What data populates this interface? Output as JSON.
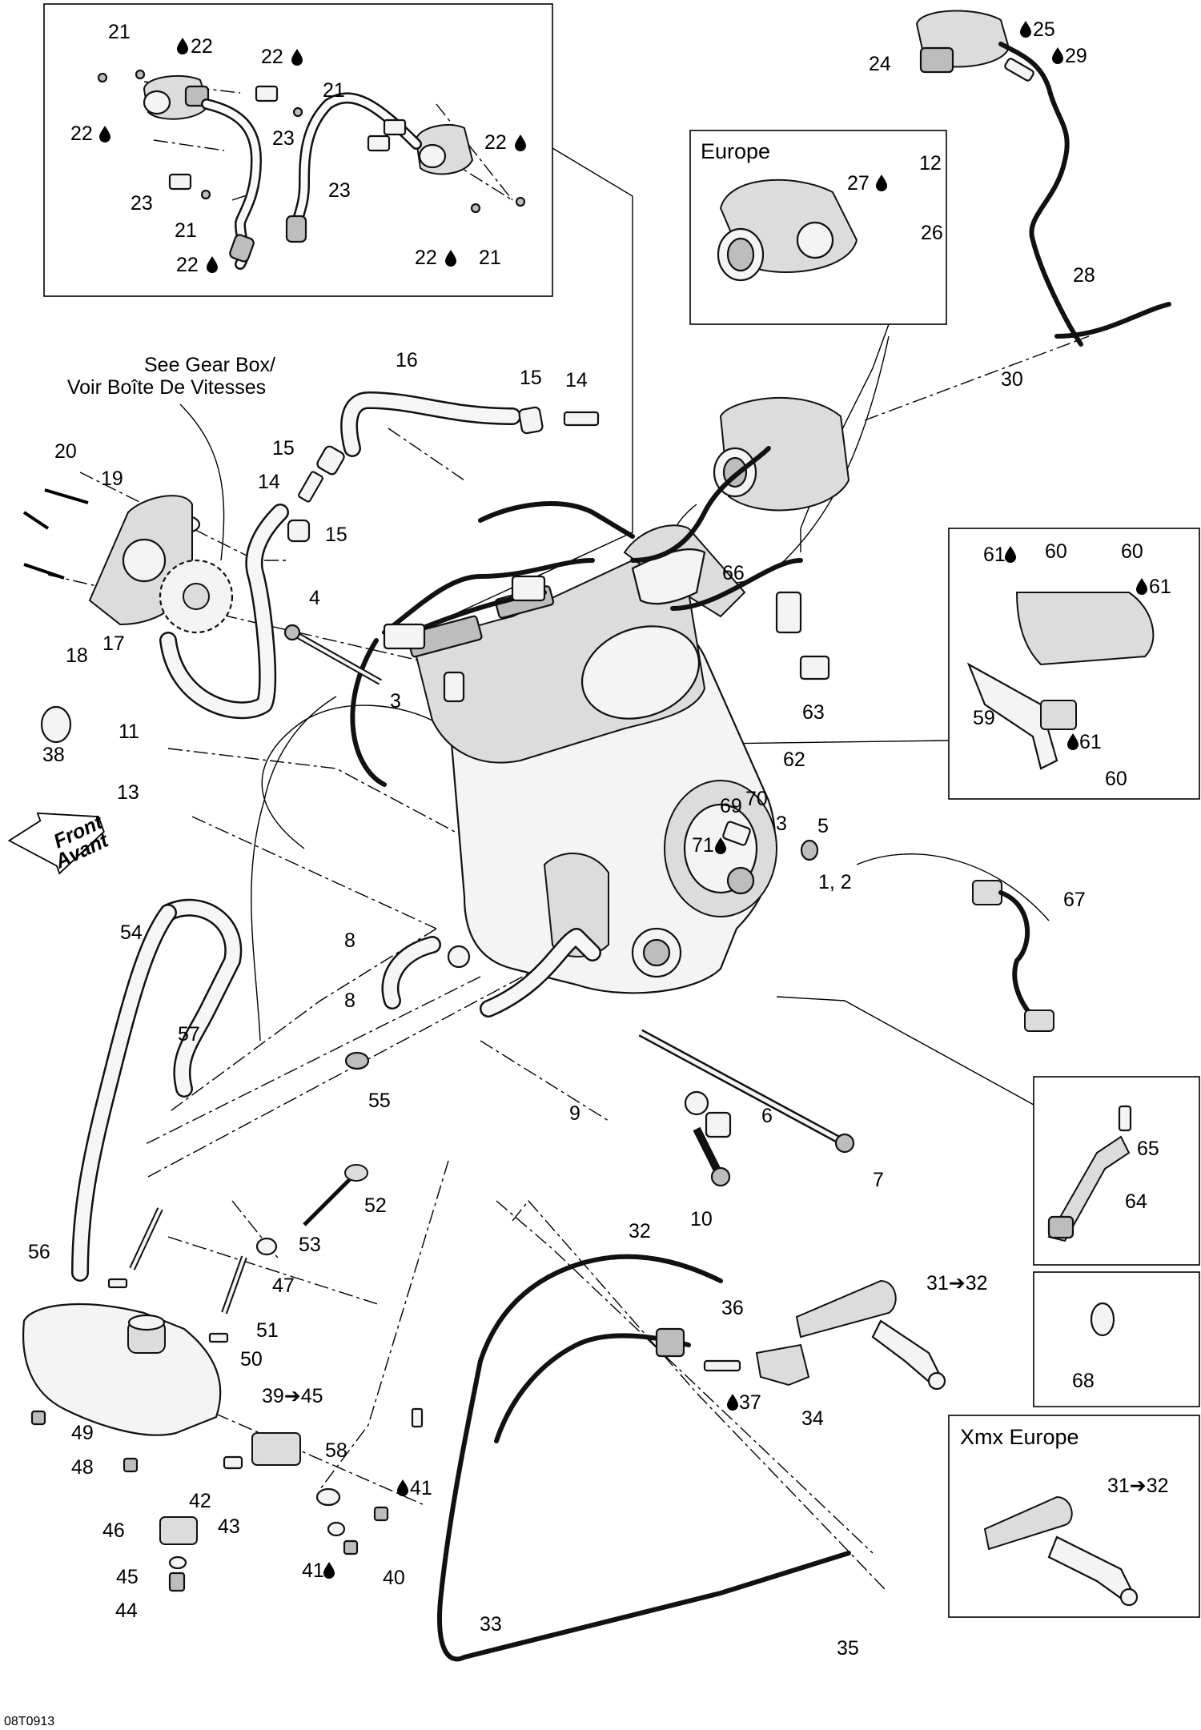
{
  "figure_code": "08T0913",
  "note": {
    "line1": "See Gear Box/",
    "line2": "Voir Boîte De Vitesses"
  },
  "direction": {
    "line1": "Front",
    "line2": "Avant"
  },
  "boxes": {
    "europe": "Europe",
    "xmx_europe": "Xmx Europe"
  },
  "labels": {
    "l1_2": "1, 2",
    "l3a": "3",
    "l3b": "3",
    "l4": "4",
    "l5": "5",
    "l6": "6",
    "l7": "7",
    "l8a": "8",
    "l8b": "8",
    "l9": "9",
    "l10": "10",
    "l11": "11",
    "l12": "12",
    "l13": "13",
    "l14a": "14",
    "l14b": "14",
    "l15a": "15",
    "l15b": "15",
    "l15c": "15",
    "l16": "16",
    "l17": "17",
    "l18": "18",
    "l19": "19",
    "l20": "20",
    "l21a": "21",
    "l21b": "21",
    "l21c": "21",
    "l21d": "21",
    "l22a": "22",
    "l22b": "22",
    "l22c": "22",
    "l22d": "22",
    "l22e": "22",
    "l22f": "22",
    "l23a": "23",
    "l23b": "23",
    "l23c": "23",
    "l24": "24",
    "l25": "25",
    "l26": "26",
    "l27": "27",
    "l28": "28",
    "l29": "29",
    "l30": "30",
    "l31a": "31➔32",
    "l31b": "31➔32",
    "l32": "32",
    "l33": "33",
    "l34": "34",
    "l35": "35",
    "l36": "36",
    "l37": "37",
    "l38": "38",
    "l39": "39➔45",
    "l40": "40",
    "l41a": "41",
    "l41b": "41",
    "l42": "42",
    "l43": "43",
    "l44": "44",
    "l45": "45",
    "l46": "46",
    "l47": "47",
    "l48": "48",
    "l49": "49",
    "l50": "50",
    "l51": "51",
    "l52": "52",
    "l53": "53",
    "l54": "54",
    "l55": "55",
    "l56": "56",
    "l57": "57",
    "l58": "58",
    "l59": "59",
    "l60a": "60",
    "l60b": "60",
    "l60c": "60",
    "l61a": "61",
    "l61b": "61",
    "l61c": "61",
    "l62": "62",
    "l63": "63",
    "l64": "64",
    "l65": "65",
    "l66": "66",
    "l67": "67",
    "l68": "68",
    "l69": "69",
    "l70": "70",
    "l71": "71"
  },
  "icons": {
    "droplet": "droplet-icon",
    "arrow": "front-arrow-icon"
  }
}
